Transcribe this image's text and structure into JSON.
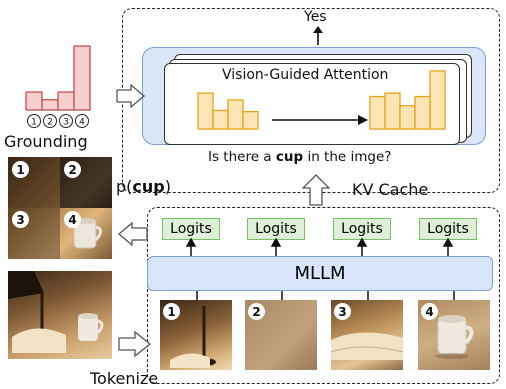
{
  "labels": {
    "yes": "Yes",
    "attention_title": "Vision-Guided Attention",
    "question_prefix": "Is there a ",
    "question_keyword": "cup",
    "question_suffix": " in the imge?",
    "kv_cache": "KV Cache",
    "grounding": "Grounding",
    "p_open": "p(",
    "p_keyword": "cup",
    "p_close": ")",
    "mllm": "MLLM",
    "tokenize": "Tokenize",
    "logits": [
      "Logits",
      "Logits",
      "Logits",
      "Logits"
    ],
    "badges": [
      "1",
      "2",
      "3",
      "4"
    ]
  },
  "grounding_chart": {
    "type": "bar",
    "categories": [
      "1",
      "2",
      "3",
      "4"
    ],
    "values": [
      0.28,
      0.16,
      0.28,
      1.0
    ]
  },
  "attention_left_bars": [
    0.62,
    0.32,
    0.5,
    0.3
  ],
  "attention_right_bars": [
    0.56,
    0.62,
    0.4,
    0.56,
    1.0
  ],
  "colors": {
    "grounding_bar_fill": "#f7cfcf",
    "grounding_bar_stroke": "#c0504d",
    "attention_bar_fill": "#fce5b4",
    "attention_bar_stroke": "#e8a218",
    "mllm_fill": "#d8e4f7",
    "logits_fill": "#dff0d8",
    "attention_panel_fill": "#dae6f7"
  }
}
